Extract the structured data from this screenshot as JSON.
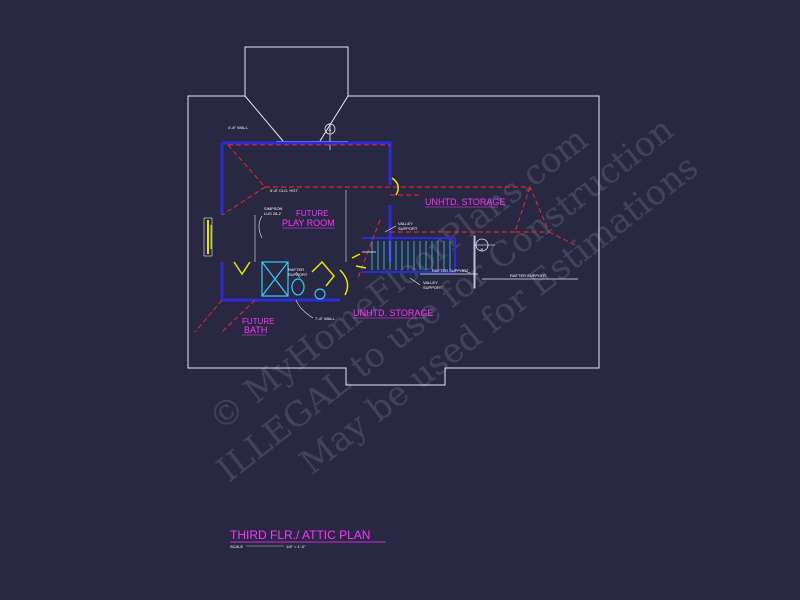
{
  "plan": {
    "title": "THIRD FLR./ ATTIC PLAN",
    "scale_label": "SCALE",
    "scale_value": "1/4\" = 1'-0\""
  },
  "rooms": {
    "play_room_line1": "FUTURE",
    "play_room_line2": "PLAY ROOM",
    "bath_line1": "FUTURE",
    "bath_line2": "BATH",
    "storage_upper": "UNHTD. STORAGE",
    "storage_lower": "UNHTD. STORAGE"
  },
  "notes": {
    "wall_top": "4'-8\" WALL",
    "wall_bottom": "7'-6\" WALL",
    "ceiling_height": "5'-8\" CLG. HGT.",
    "simpson_1": "SIMPSON",
    "simpson_2": "LUS 28-2",
    "valley_support_1a": "VALLEY",
    "valley_support_1b": "SUPPORT",
    "valley_support_2a": "VALLEY",
    "valley_support_2b": "SUPPORT",
    "rafter_support_1a": "RAFTER",
    "rafter_support_1b": "SUPPORT",
    "rafter_support_2": "RAFTER SUPPORT",
    "rafter_support_3": "RAFTER SUPPORT",
    "section_a": "A",
    "section_b": "B"
  },
  "watermark": {
    "line1": "© MyHomeFloorPlans.com",
    "line2": "ILLEGAL to use for Construction",
    "line3": "May be used for Estimations"
  },
  "colors": {
    "background": "#282843",
    "outline": "#e8e8f0",
    "wall": "#2b2bd8",
    "red_dash": "#ff2a2a",
    "magenta": "#ff33ff",
    "cyan": "#33ccff",
    "yellow": "#e6e600"
  }
}
